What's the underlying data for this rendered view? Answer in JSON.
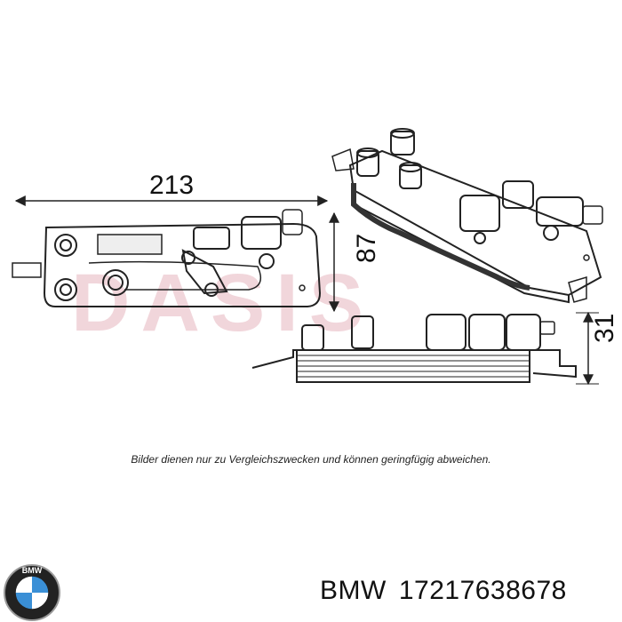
{
  "dimensions": {
    "width_label": "213",
    "height_label": "87",
    "thickness_label": "31"
  },
  "watermark": "DASIS",
  "caption": "Bilder dienen nur zu Vergleichszwecken und können geringfügig abweichen.",
  "brand": "BMW",
  "part_number": "17217638678",
  "logo_text": "BMW",
  "colors": {
    "line": "#222222",
    "watermark": "#e7b6bf",
    "logo_blue": "#3a8fd6"
  }
}
